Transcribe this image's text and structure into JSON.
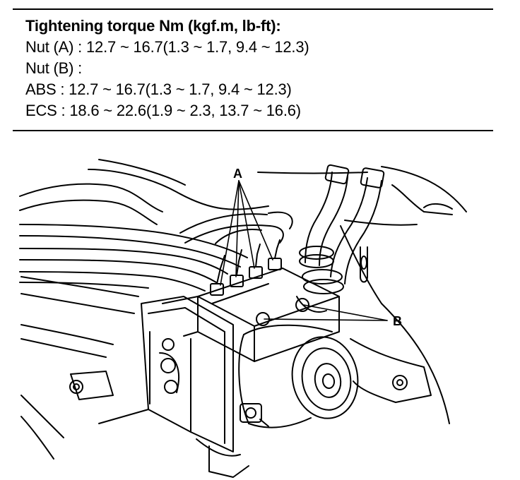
{
  "specification": {
    "heading": "Tightening torque Nm (kgf.m, lb-ft):",
    "lines": [
      "Nut (A) : 12.7 ~ 16.7(1.3 ~ 1.7, 9.4 ~ 12.3)",
      "Nut  (B) :",
      "ABS : 12.7 ~ 16.7(1.3 ~ 1.7, 9.4 ~ 12.3)",
      "ECS : 18.6 ~ 22.6(1.9 ~ 2.3, 13.7 ~ 16.6)"
    ]
  },
  "diagram": {
    "callouts": {
      "a": "A",
      "b": "B"
    }
  }
}
